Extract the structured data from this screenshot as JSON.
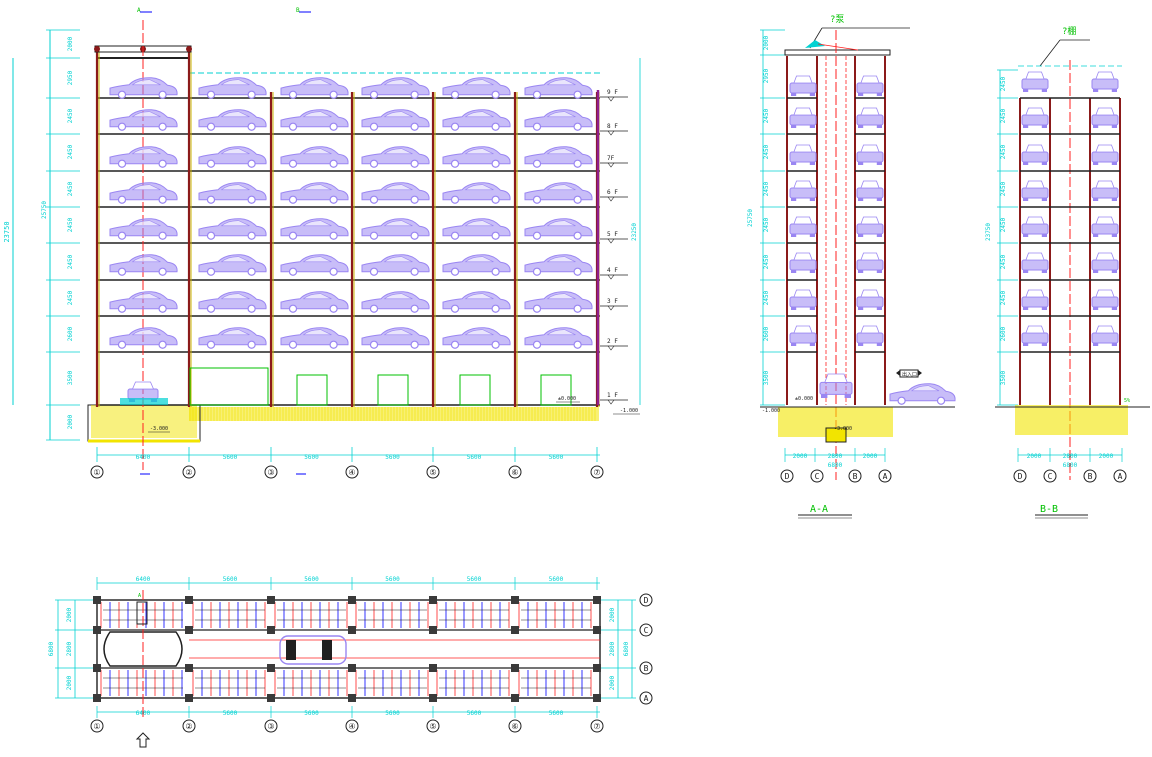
{
  "colors": {
    "background": "#ffffff",
    "dimension": "#00d2d2",
    "structure": "#202020",
    "column": "#8b1a1a",
    "axis": "#ff2020",
    "car": "#9a86f2",
    "foundation": "#f2e400",
    "label_green": "#00c000",
    "marker_blue": "#0000ff"
  },
  "elevation": {
    "floor_labels": [
      "9 F",
      "8 F",
      "7F",
      "6 F",
      "5 F",
      "4 F",
      "3 F",
      "2 F",
      "1 F"
    ],
    "left_dims": [
      "2000",
      "2950",
      "2450",
      "2450",
      "2450",
      "2450",
      "2450",
      "2450",
      "2600",
      "3500",
      "2000"
    ],
    "overall_left": "25750",
    "overall_outer": "23750",
    "overall_right": "23250",
    "bay_dims": [
      "6400",
      "5600",
      "5600",
      "5600",
      "5600",
      "5600"
    ],
    "grid_labels": [
      "①",
      "②",
      "③",
      "④",
      "⑤",
      "⑥",
      "⑦"
    ],
    "level_zero": "±0.000",
    "level_neg3": "-3.000",
    "level_neg1": "-1.000",
    "section_top": [
      "A",
      "B"
    ]
  },
  "section_aa": {
    "title": "A-A",
    "note": "?泵",
    "left_dims": [
      "2000",
      "2950",
      "2450",
      "2450",
      "2450",
      "2450",
      "2450",
      "2450",
      "2600",
      "3500"
    ],
    "overall": "25750",
    "bottom_dims": [
      "2000",
      "2800",
      "2000"
    ],
    "total": "6800",
    "axis_labels": [
      "D",
      "C",
      "B",
      "A"
    ],
    "level_zero": "±0.000",
    "level_neg3": "-3.000",
    "level_neg1": "-1.000",
    "arrow_label": "出入口"
  },
  "section_bb": {
    "title": "B-B",
    "note": "?棚",
    "left_dims": [
      "2450",
      "2450",
      "2450",
      "2450",
      "2450",
      "2450",
      "2450",
      "2600",
      "3500"
    ],
    "overall": "23750",
    "bottom_dims": [
      "2000",
      "2800",
      "2000"
    ],
    "total": "6800",
    "axis_labels": [
      "D",
      "C",
      "B",
      "A"
    ],
    "level_mark": "5%"
  },
  "plan": {
    "top_dims": [
      "6400",
      "5600",
      "5600",
      "5600",
      "5600",
      "5600"
    ],
    "bottom_dims": [
      "6400",
      "5600",
      "5600",
      "5600",
      "5600",
      "5600"
    ],
    "left_dims": [
      "2000",
      "2800",
      "2000"
    ],
    "left_total": "6800",
    "right_dims": [
      "2000",
      "2800",
      "2000"
    ],
    "right_total": "6800",
    "grid_labels": [
      "①",
      "②",
      "③",
      "④",
      "⑤",
      "⑥",
      "⑦"
    ],
    "axis_labels": [
      "D",
      "C",
      "B",
      "A"
    ],
    "section_mark": "A"
  }
}
